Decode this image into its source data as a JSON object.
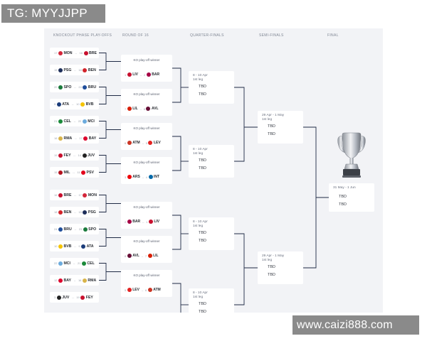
{
  "watermarks": {
    "top_left": "TG: MYYJJPP",
    "bottom_right": "www.caizi888.com"
  },
  "headers": {
    "playoffs": "KNOCKOUT PHASE PLAY-OFFS",
    "r16": "ROUND OF 16",
    "qf": "QUARTER-FINALS",
    "sf": "SEMI-FINALS",
    "final": "FINAL"
  },
  "playoffs": [
    {
      "home_seed": "17",
      "home": "MON",
      "home_color": "#d3263a",
      "away_seed": "16",
      "away": "BRE",
      "away_color": "#c8102e"
    },
    {
      "home_seed": "15",
      "home": "PSG",
      "home_color": "#1d2e5a",
      "away_seed": "18",
      "away": "BEN",
      "away_color": "#d2232a"
    },
    {
      "home_seed": "20",
      "home": "SPO",
      "home_color": "#1a7a3c",
      "away_seed": "24",
      "away": "BRU",
      "away_color": "#1f4d9a"
    },
    {
      "home_seed": "9",
      "home": "ATA",
      "home_color": "#1b3c7a",
      "away_seed": "10",
      "away": "BVB",
      "away_color": "#f5c400"
    },
    {
      "home_seed": "21",
      "home": "CEL",
      "home_color": "#1b8a3a",
      "away_seed": "22",
      "away": "MCI",
      "away_color": "#6cabdd"
    },
    {
      "home_seed": "16",
      "home": "RMA",
      "home_color": "#d9b44a",
      "away_seed": "17",
      "away": "BAY",
      "away_color": "#dc052d"
    },
    {
      "home_seed": "19",
      "home": "FEY",
      "home_color": "#c8102e",
      "away_seed": "14",
      "away": "JUV",
      "away_color": "#222222"
    },
    {
      "home_seed": "15",
      "home": "MIL",
      "home_color": "#b3121f",
      "away_seed": "11",
      "away": "PSV",
      "away_color": "#e3001b"
    },
    {
      "home_seed": "16",
      "home": "BRE",
      "home_color": "#c8102e",
      "away_seed": "17",
      "away": "MON",
      "away_color": "#d3263a"
    },
    {
      "home_seed": "18",
      "home": "BEN",
      "home_color": "#d2232a",
      "away_seed": "15",
      "away": "PSG",
      "away_color": "#1d2e5a"
    },
    {
      "home_seed": "24",
      "home": "BRU",
      "home_color": "#1f4d9a",
      "away_seed": "23",
      "away": "SPO",
      "away_color": "#1a7a3c"
    },
    {
      "home_seed": "10",
      "home": "BVB",
      "home_color": "#f5c400",
      "away_seed": "9",
      "away": "ATA",
      "away_color": "#1b3c7a"
    },
    {
      "home_seed": "22",
      "home": "MCI",
      "home_color": "#6cabdd",
      "away_seed": "21",
      "away": "CEL",
      "away_color": "#1b8a3a"
    },
    {
      "home_seed": "12",
      "home": "BAY",
      "home_color": "#dc052d",
      "away_seed": "16",
      "away": "RMA",
      "away_color": "#d9b44a"
    },
    {
      "home_seed": "3",
      "home": "JUV",
      "home_color": "#222222",
      "away_seed": "19",
      "away": "FEY",
      "away_color": "#c8102e"
    }
  ],
  "r16_placeholder": "KO play-off winner",
  "r16": [
    {
      "seed": "1",
      "name": "LIV",
      "color": "#c8102e",
      "seed2": "2",
      "name2": "BAR",
      "color2": "#a50044"
    },
    {
      "seed": "7",
      "name": "LIL",
      "color": "#d81e05",
      "seed2": "8",
      "name2": "AVL",
      "color2": "#670e36"
    },
    {
      "seed": "6",
      "name": "ATM",
      "color": "#cb3524",
      "seed2": "5",
      "name2": "LEV",
      "color2": "#e32221"
    },
    {
      "seed": "3",
      "name": "ARS",
      "color": "#ef0107",
      "seed2": "4",
      "name2": "INT",
      "color2": "#0068a8"
    },
    {
      "seed": "2",
      "name": "BAR",
      "color": "#a50044",
      "seed2": "1",
      "name2": "LIV",
      "color2": "#c8102e"
    },
    {
      "seed": "8",
      "name": "AVL",
      "color": "#670e36",
      "seed2": "7",
      "name2": "LIL",
      "color2": "#d81e05"
    },
    {
      "seed": "5",
      "name": "LEV",
      "color": "#e32221",
      "seed2": "6",
      "name2": "ATM",
      "color2": "#cb3524"
    }
  ],
  "quarterfinals": [
    {
      "date": "8 - 10 Apr",
      "leg": "1st leg",
      "team1": "TBD",
      "team2": "TBD"
    },
    {
      "date": "8 - 10 Apr",
      "leg": "1st leg",
      "team1": "TBD",
      "team2": "TBD"
    },
    {
      "date": "8 - 10 Apr",
      "leg": "1st leg",
      "team1": "TBD",
      "team2": "TBD"
    },
    {
      "date": "8 - 10 Apr",
      "leg": "1st leg",
      "team1": "TBD",
      "team2": "TBD"
    }
  ],
  "semifinals": [
    {
      "date": "29 Apr - 1 May",
      "leg": "1st leg",
      "team1": "TBD",
      "team2": "TBD"
    },
    {
      "date": "29 Apr - 1 May",
      "leg": "1st leg",
      "team1": "TBD",
      "team2": "TBD"
    }
  ],
  "final": {
    "date": "31 May - 1 Jun",
    "team1": "TBD",
    "team2": "TBD"
  },
  "colors": {
    "line": "#1f2a44",
    "card": "#ffffff",
    "panel": "#f2f3f6"
  }
}
